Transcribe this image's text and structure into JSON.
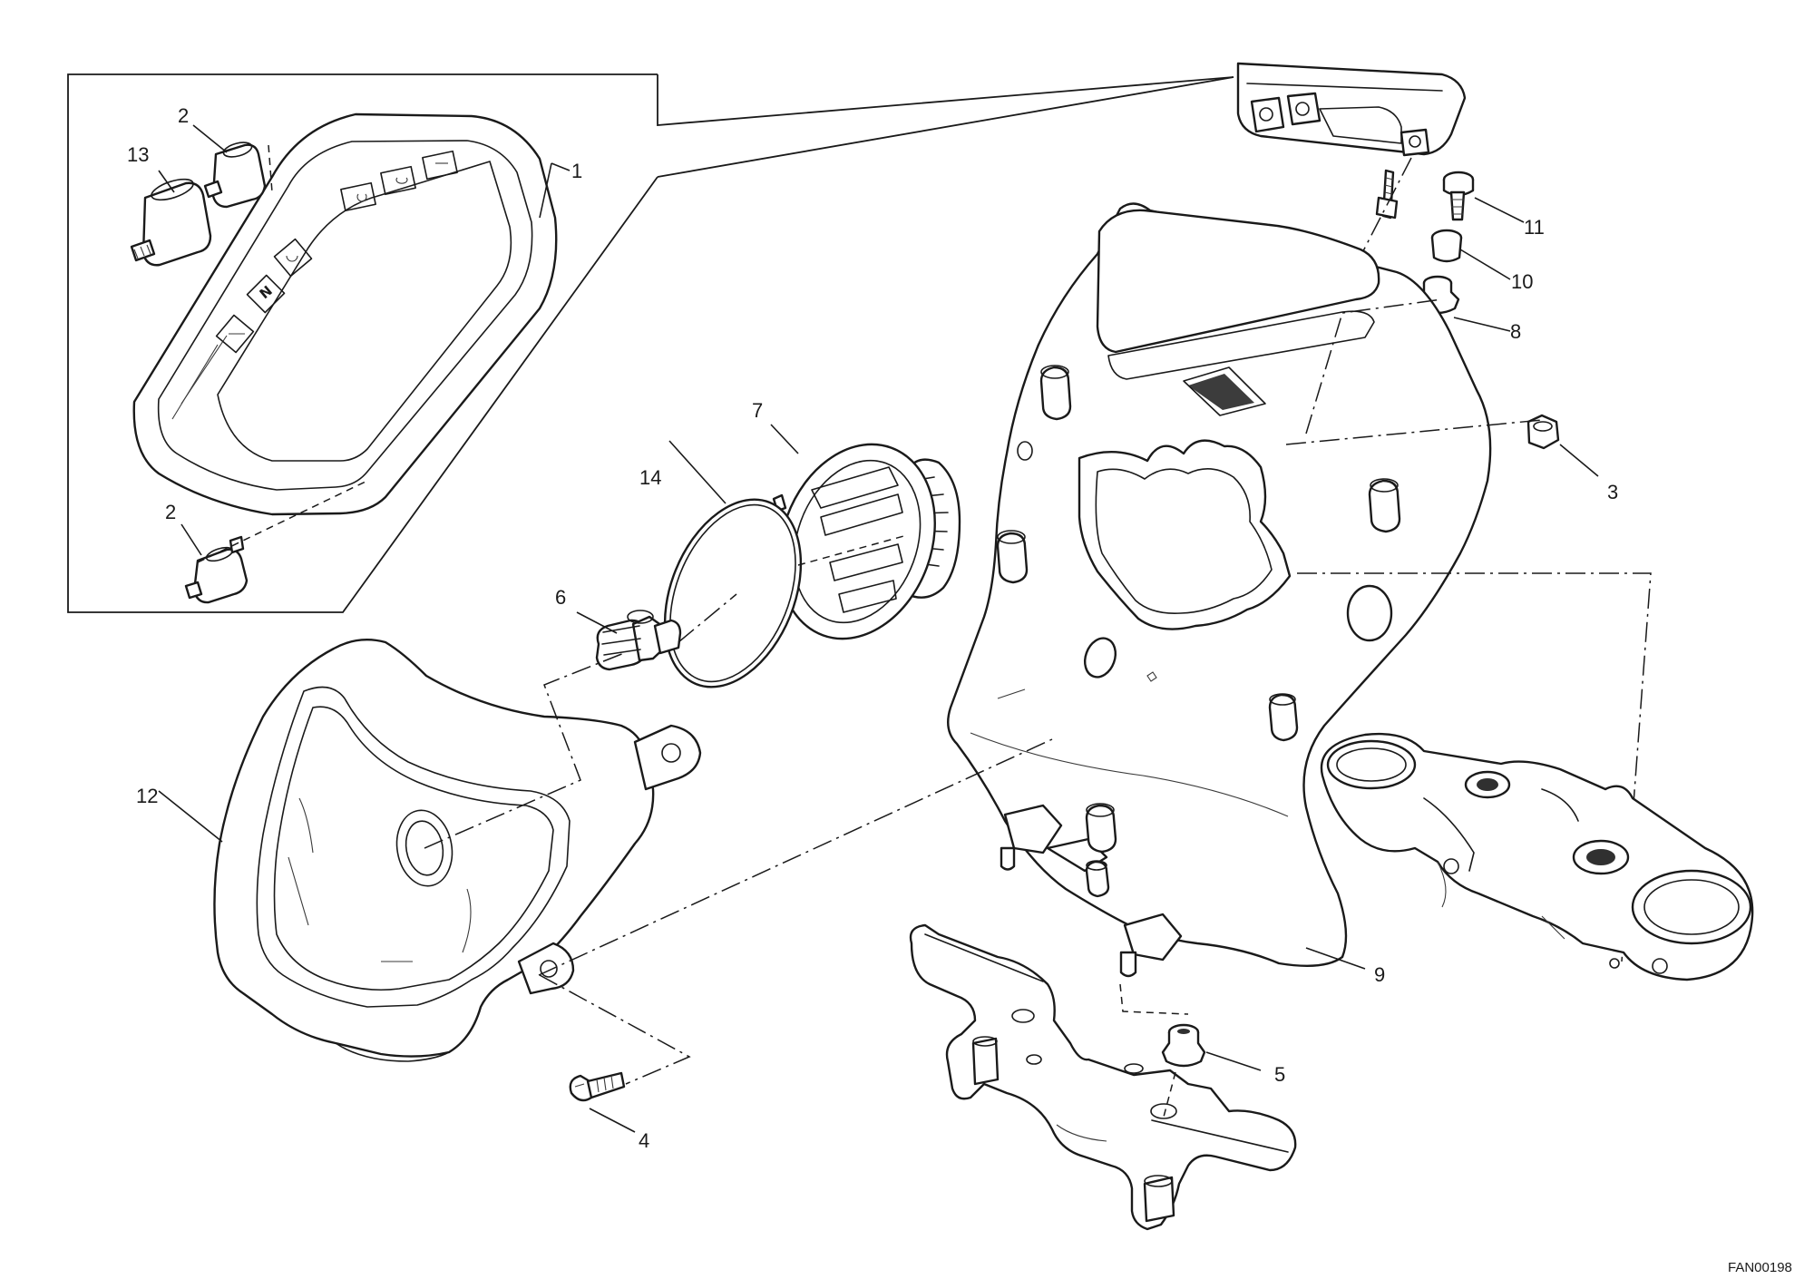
{
  "diagram": {
    "callouts": {
      "c1": "1",
      "c2_top": "2",
      "c2_bottom": "2",
      "c3": "3",
      "c4": "4",
      "c5": "5",
      "c6": "6",
      "c7": "7",
      "c8": "8",
      "c9": "9",
      "c10": "10",
      "c11": "11",
      "c12": "12",
      "c13": "13",
      "c14": "14"
    },
    "dashboard_symbols": {
      "neutral": "N"
    },
    "drawing_code": "FAN00198"
  }
}
